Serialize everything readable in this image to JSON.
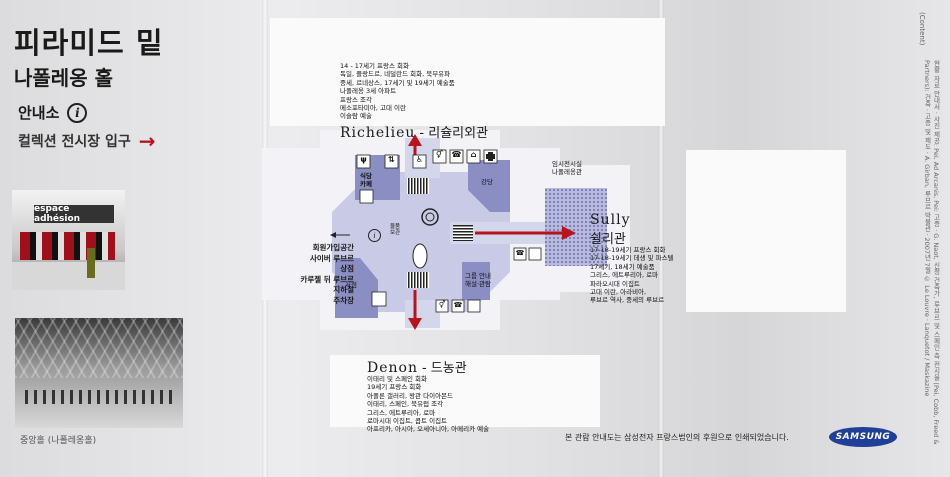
{
  "header": {
    "title": "피라미드 밑",
    "subtitle": "나폴레옹 홀",
    "info_label": "안내소",
    "info_glyph": "i",
    "entry_label": "컬렉션 전시장 입구",
    "arrow_glyph": "→"
  },
  "photos": {
    "sign_text": "espace adhésion",
    "caption": "중앙홀 (나폴레옹홀)"
  },
  "richelieu": {
    "fr": "Richelieu",
    "ko": "- 리슐리외관",
    "items": [
      "14 - 17세기 프랑스 회화",
      "독일, 플랑드르, 네덜란드 회화, 북부유파",
      "중세, 르네상스, 17세기 및 19세기 예술품",
      "나폴레옹 3세 아파트",
      "프랑스 조각",
      "메소포타미아, 고대 이란",
      "이슬람 예술"
    ]
  },
  "sully": {
    "fr": "Sully",
    "ko": "쉴리관",
    "items": [
      "17-18-19세기 프랑스 회화",
      "17-18-19세기 데생 및 파스텔",
      "17세기, 18세기 예술품",
      "그리스, 에트루리아, 로마",
      "파라오시대 이집트",
      "고대 이란, 아라비아,",
      "루브르 역사, 중세의 루브르"
    ]
  },
  "denon": {
    "fr": "Denon",
    "ko": "- 드농관",
    "items": [
      "이태리 및 스페인 회화",
      "19세기 프랑스 회화",
      "아폴론 갤러리, 왕관 다이아몬드",
      "이태리, 스페인, 북유럽 조각",
      "그리스, 에트루리아, 로마",
      "로마시대 이집트, 콥트 이집트",
      "아프리카, 아시아, 오세아니아, 아메리카 예술"
    ]
  },
  "map_labels": {
    "left": [
      "회원가입공간",
      "사이버 루브르",
      "상점",
      "카루젤 뒤 루브르",
      "지하철",
      "주차장"
    ],
    "dining": [
      "식당",
      "카페"
    ],
    "auditorium": "강당",
    "temp_exhibit": [
      "임시전시실",
      "나폴레옹관"
    ],
    "bookstore": "서점",
    "group_info": [
      "그룹 안내",
      "해설·관람"
    ],
    "wardrobe": [
      "물품",
      "보관"
    ],
    "info_glyph": "i"
  },
  "footer": {
    "sponsor_text": "본 관람 안내도는 삼성전자 프랑스법인의 후원으로 인쇄되었습니다.",
    "logo_text": "SAMSUNG",
    "content_tag": "(Content)",
    "credits": "현황 자료 안내서 · 사진 제공: Pei, Ad Arcanis, Pei: 고증 · G. Naot, 신청 건축가, 루브르 및 스페인 측 전시물 (Pei, Cobb, Freed & Partners): 건축 · 고증 및 제도 · A. Girban, 루브르 박물관 · 2007년 7월 © Le Louvre · Lanquetot / Maskazine"
  },
  "colors": {
    "accent_red": "#b8141c",
    "map_blue": "#8a8ec2",
    "sponsor_blue": "#1f3f99"
  }
}
